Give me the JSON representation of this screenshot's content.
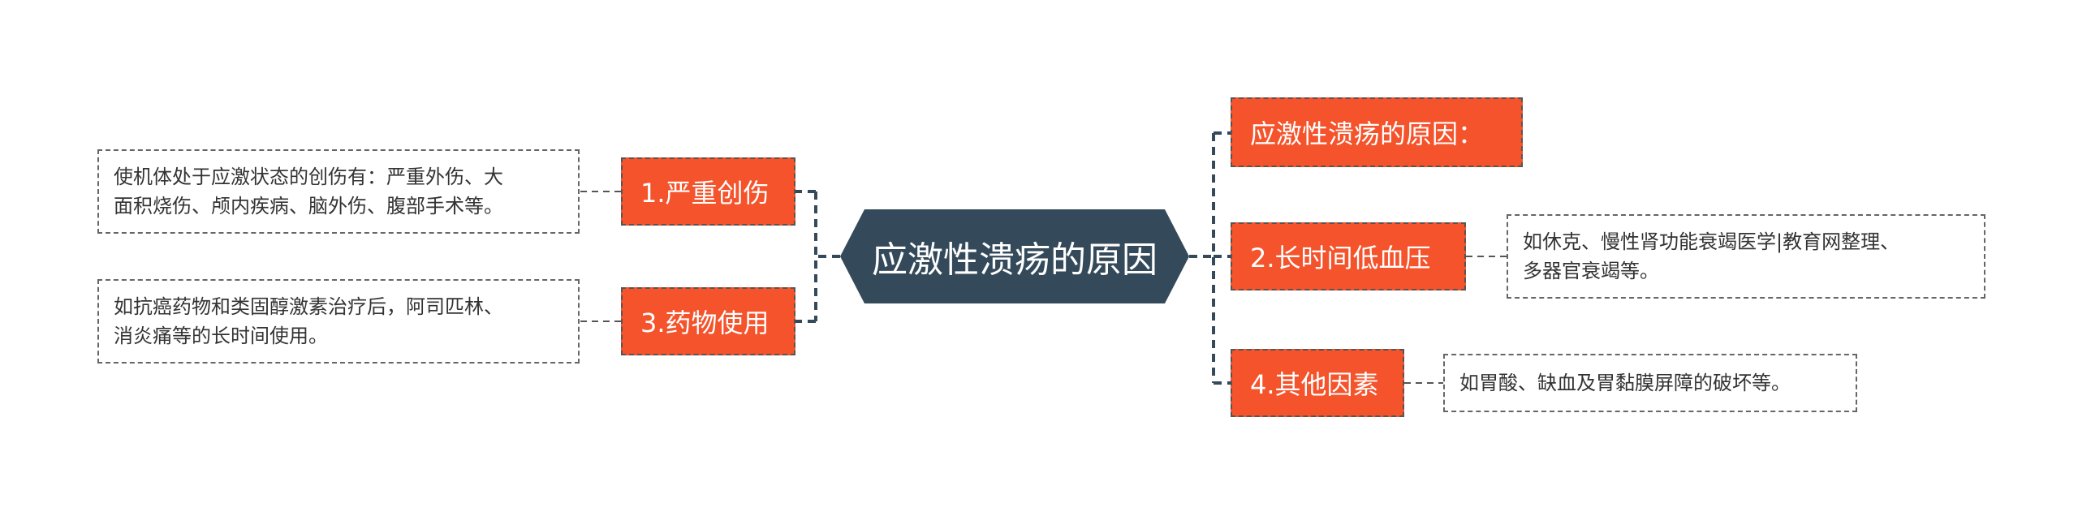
{
  "center": {
    "label": "应激性溃疡的原因"
  },
  "branches": [
    {
      "id": "b1",
      "label": "1.严重创伤",
      "lines": [
        "使机体处于应激状态的创伤有：严重外伤、大",
        "面积烧伤、颅内疾病、脑外伤、腹部手术等。"
      ]
    },
    {
      "id": "b3",
      "label": "3.药物使用",
      "lines": [
        "如抗癌药物和类固醇激素治疗后，阿司匹林、",
        "消炎痛等的长时间使用。"
      ]
    },
    {
      "id": "b0",
      "label": "应激性溃疡的原因：",
      "lines": []
    },
    {
      "id": "b2",
      "label": "2.长时间低血压",
      "lines": [
        "如休克、慢性肾功能衰竭医学|教育网整理、",
        "多器官衰竭等。"
      ]
    },
    {
      "id": "b4",
      "label": "4.其他因素",
      "lines": [
        "如胃酸、缺血及胃黏膜屏障的破坏等。"
      ]
    }
  ],
  "colors": {
    "center": "#344a5a",
    "branch": "#f4532b",
    "connector": "#344a5a"
  }
}
